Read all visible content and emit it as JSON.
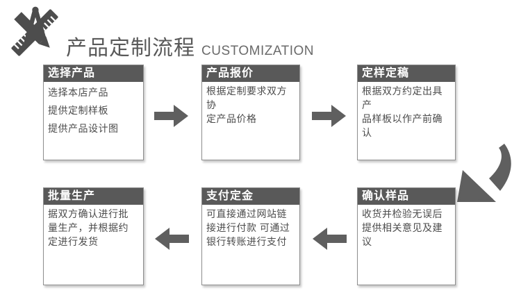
{
  "title": {
    "zh": "产品定制流程",
    "en": "CUSTOMIZATION"
  },
  "icon": {
    "name": "drafting-tools-icon"
  },
  "colors": {
    "header_bg": "#595959",
    "header_text": "#ffffff",
    "body_text": "#4c4c4c",
    "arrow": "#5f5f5f",
    "box_border": "#8e8e8e",
    "title_text": "#595959"
  },
  "steps": [
    {
      "title": "选择产品",
      "body": "选择本店产品\n提供定制样板\n提供产品设计图"
    },
    {
      "title": "产品报价",
      "body": "根据定制要求双方协\n定产品价格"
    },
    {
      "title": "定样定稿",
      "body": "根据双方约定出具产\n品样板以作产前确认"
    },
    {
      "title": "确认样品",
      "body": "收货并检验无误后\n提供相关意见及建\n议"
    },
    {
      "title": "支付定金",
      "body": "可直接通过网站链\n接进行付款 可通过\n银行转账进行支付"
    },
    {
      "title": "批量生产",
      "body": "据双方确认进行批\n量生产，并根据约\n定进行发货"
    }
  ]
}
